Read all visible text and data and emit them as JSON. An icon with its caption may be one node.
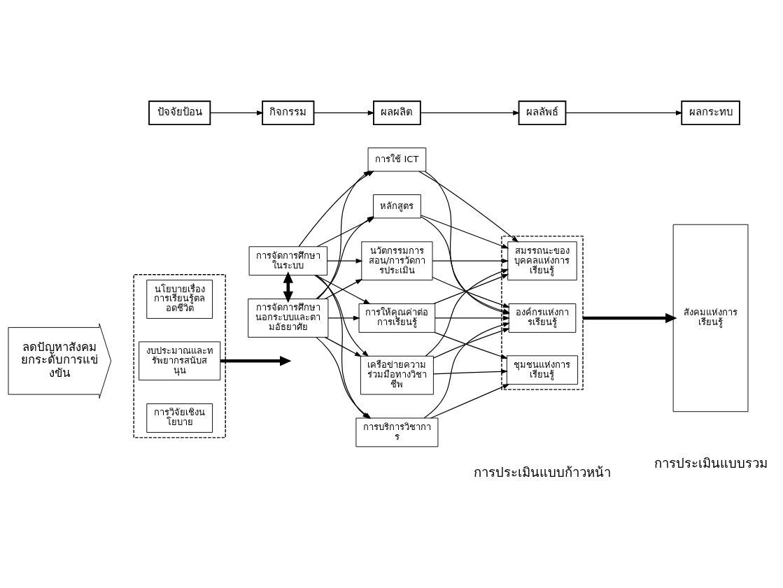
{
  "diagram": {
    "nodes": [
      {
        "text": [
          "ปัจจัยป้อน"
        ]
      },
      {
        "text": [
          "กิจกรรม"
        ]
      },
      {
        "text": [
          "ผลผลิต"
        ]
      },
      {
        "text": [
          "ผลลัพธ์"
        ]
      },
      {
        "text": [
          "ผลกระทบ"
        ]
      },
      {
        "text": [
          "ลดปัญหาสังคมยกระดับการแข่งขัน"
        ]
      },
      {
        "text": [],
        "shape": "box"
      },
      {
        "text": [
          "นโยบายเรื่องการเรียนรู้ตลอดชีวิต"
        ],
        "in": 6
      },
      {
        "text": [
          "งบประมาณและทรัพยากรสนับสนุน"
        ],
        "in": 6
      },
      {
        "text": [
          "การวิจัยเชิงนโยบาย"
        ],
        "in": 6
      },
      {
        "text": [
          "การจัดการศึกษาในระบบ"
        ]
      },
      {
        "text": [
          "การจัดการศึกษานอกระบบและตามอัธยาศัย"
        ]
      },
      {
        "text": [
          "หลักสูตร"
        ]
      },
      {
        "text": [
          "นวัตกรรมการสอน/การวัดการประเมิน"
        ]
      },
      {
        "text": [
          "การใช้ ICT"
        ]
      },
      {
        "text": [
          "เครือข่ายความร่วมมือทางวิชาชีพ"
        ]
      },
      {
        "text": [
          "การบริการวิชาการ"
        ]
      },
      {
        "text": [
          "การให้คุณค่าต่อการเรียนรู้"
        ]
      },
      {
        "text": [],
        "shape": "box"
      },
      {
        "text": [
          "สมรรถนะของบุคคลแห่งการเรียนรู้"
        ],
        "in": 18
      },
      {
        "text": [
          "องค์กรแห่งการเรียนรู้"
        ],
        "in": 18
      },
      {
        "text": [
          "ชุมชนแห่งการเรียนรู้"
        ],
        "in": 18
      },
      {
        "text": [
          "สังคมแห่งการเรียนรู้"
        ]
      }
    ],
    "edges": [
      {
        "from": 0,
        "to": 1,
        "arrow": "to"
      },
      {
        "from": 1,
        "to": 2,
        "arrow": "to"
      },
      {
        "from": 2,
        "to": 3,
        "arrow": "to"
      },
      {
        "from": 3,
        "to": 4,
        "arrow": "to"
      },
      {
        "from": 8,
        "to": null,
        "arrow": "to",
        "style": "thick"
      },
      {
        "from": 10,
        "to": 11,
        "arrow": "both",
        "style": "thick"
      },
      {
        "from": 10,
        "to": 12,
        "arrow": "to"
      },
      {
        "from": 10,
        "to": 13,
        "arrow": "to"
      },
      {
        "from": 10,
        "to": 14,
        "arrow": "to"
      },
      {
        "from": 10,
        "to": 15,
        "arrow": "to"
      },
      {
        "from": 10,
        "to": 16,
        "arrow": "to"
      },
      {
        "from": 10,
        "to": 17,
        "arrow": "to"
      },
      {
        "from": 11,
        "to": 12,
        "arrow": "to"
      },
      {
        "from": 11,
        "to": 13,
        "arrow": "to"
      },
      {
        "from": 11,
        "to": 14,
        "arrow": "to"
      },
      {
        "from": 11,
        "to": 15,
        "arrow": "to"
      },
      {
        "from": 11,
        "to": 16,
        "arrow": "to"
      },
      {
        "from": 11,
        "to": 17,
        "arrow": "to"
      },
      {
        "from": 12,
        "to": 19,
        "arrow": "to"
      },
      {
        "from": 12,
        "to": 20,
        "arrow": "to"
      },
      {
        "from": 13,
        "to": 19,
        "arrow": "to"
      },
      {
        "from": 13,
        "to": 20,
        "arrow": "to"
      },
      {
        "from": 14,
        "to": 19,
        "arrow": "to"
      },
      {
        "from": 14,
        "to": 20,
        "arrow": "to"
      },
      {
        "from": 15,
        "to": 19,
        "arrow": "to"
      },
      {
        "from": 15,
        "to": 20,
        "arrow": "to"
      },
      {
        "from": 15,
        "to": 21,
        "arrow": "to"
      },
      {
        "from": 16,
        "to": 20,
        "arrow": "to"
      },
      {
        "from": 16,
        "to": 21,
        "arrow": "to"
      },
      {
        "from": 17,
        "to": 19,
        "arrow": "to"
      },
      {
        "from": 17,
        "to": 20,
        "arrow": "to"
      },
      {
        "from": 17,
        "to": 21,
        "arrow": "to"
      },
      {
        "from": 18,
        "to": 22,
        "arrow": "to",
        "style": "thick"
      }
    ],
    "labels": [
      "การประเมินแบบก้าวหน้า",
      "การประเมินแบบรวม"
    ]
  }
}
